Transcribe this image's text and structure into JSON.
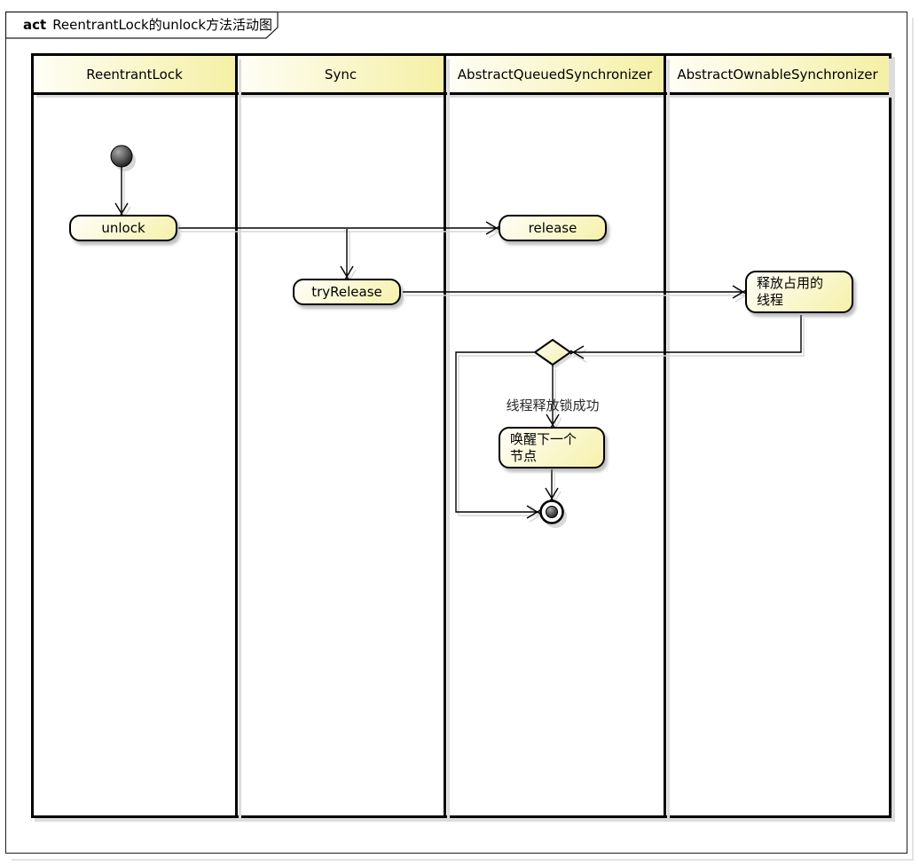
{
  "frame": {
    "keyword": "act",
    "title": "ReentrantLock的unlock方法活动图"
  },
  "lanes": [
    {
      "name": "ReentrantLock"
    },
    {
      "name": "Sync"
    },
    {
      "name": "AbstractQueuedSynchronizer"
    },
    {
      "name": "AbstractOwnableSynchronizer"
    }
  ],
  "activities": [
    {
      "id": "unlock",
      "label": "unlock",
      "lane": "ReentrantLock"
    },
    {
      "id": "release",
      "label": "release",
      "lane": "AbstractQueuedSynchronizer"
    },
    {
      "id": "tryRelease",
      "label": "tryRelease",
      "lane": "Sync"
    },
    {
      "id": "release-occupied-thread",
      "label": "释放占用的\n线程",
      "lane": "AbstractOwnableSynchronizer"
    },
    {
      "id": "wake-next-node",
      "label": "唤醒下一个\n节点",
      "lane": "AbstractQueuedSynchronizer"
    }
  ],
  "nodes": [
    {
      "id": "initial-node",
      "type": "initial"
    },
    {
      "id": "decision-diamond",
      "type": "decision"
    },
    {
      "id": "final-node",
      "type": "activity-final"
    }
  ],
  "edges": [
    {
      "from": "initial-node",
      "to": "unlock",
      "label": ""
    },
    {
      "from": "unlock",
      "to": "release",
      "label": ""
    },
    {
      "from": "release",
      "to": "tryRelease",
      "label": ""
    },
    {
      "from": "tryRelease",
      "to": "release-occupied-thread",
      "label": ""
    },
    {
      "from": "release-occupied-thread",
      "to": "decision-diamond",
      "label": ""
    },
    {
      "from": "decision-diamond",
      "to": "wake-next-node",
      "label": "线程释放锁成功"
    },
    {
      "from": "decision-diamond",
      "to": "final-node",
      "label": ""
    },
    {
      "from": "wake-next-node",
      "to": "final-node",
      "label": ""
    }
  ],
  "colors": {
    "activity_fill_light": "#FEFEF8",
    "activity_fill_yellow": "#F6F1AB",
    "border": "#000000",
    "frame_border": "#1F1F1F",
    "shadow": "#DCDCDC",
    "background": "#FFFFFF"
  }
}
